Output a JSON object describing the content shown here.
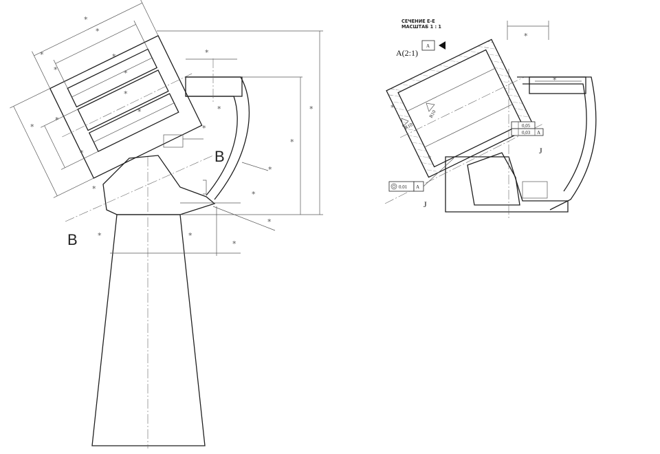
{
  "left_view": {
    "section_label_left": "B",
    "section_label_right": "B",
    "dimension_mark": "*"
  },
  "right_view": {
    "title_line1": "СЕЧЕНИЕ Е-Е",
    "title_line2": "МАСШТАБ 1 : 1",
    "detail_label": "A(2:1)",
    "datum_label": "A",
    "radius_label_1": "R10",
    "radius_label_2": "R10",
    "tol_flatness": "0,05",
    "tol_perp": "0,03",
    "tol_perp_datum": "A",
    "tol_concentric": "0.01",
    "tol_concentric_datum": "A",
    "section_label_j1": "J",
    "section_label_j2": "J",
    "dimension_mark": "*"
  }
}
